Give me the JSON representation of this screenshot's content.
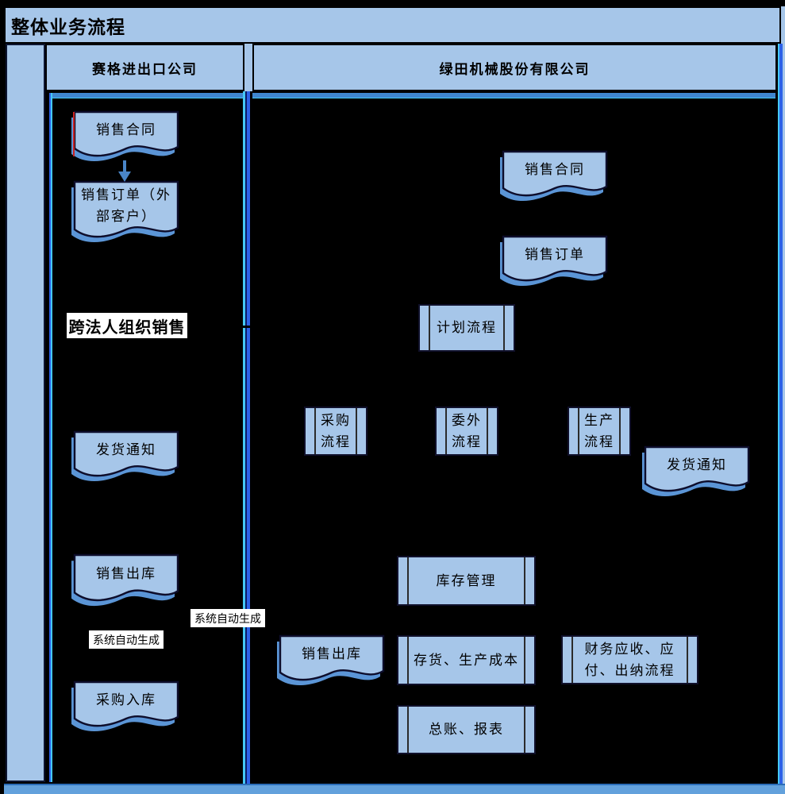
{
  "title": "整体业务流程",
  "headers": {
    "left_lane": "赛格进出口公司",
    "right_lane": "绿田机械股份有限公司"
  },
  "left_lane": {
    "sales_contract": "销售合同",
    "sales_order_external": "销售订单（外部客户）",
    "cross_entity_label": "跨法人组织销售",
    "shipping_notice": "发货通知",
    "sales_delivery": "销售出库",
    "auto_generate_label": "系统自动生成",
    "purchase_receipt": "采购入库"
  },
  "right_lane": {
    "sales_contract": "销售合同",
    "sales_order": "销售订单",
    "planning": "计划流程",
    "purchasing": "采购流程",
    "outsourcing": "委外流程",
    "production": "生产流程",
    "shipping_notice": "发货通知",
    "inventory_mgmt": "库存管理",
    "sales_delivery": "销售出库",
    "inventory_cost": "存货、生产成本",
    "finance": "财务应收、应付、出纳流程",
    "ledger_report": "总账、报表",
    "auto_generate_label": "系统自动生成"
  },
  "colors": {
    "shape_fill": "#a6c6e9",
    "shape_shadow": "#5b95d6",
    "lane_background": "#000000",
    "accent_cyan": "#45c8f5",
    "accent_blue": "#2d62e8",
    "bottom_band": "#63a1dc",
    "arrow": "#4a86c8"
  }
}
